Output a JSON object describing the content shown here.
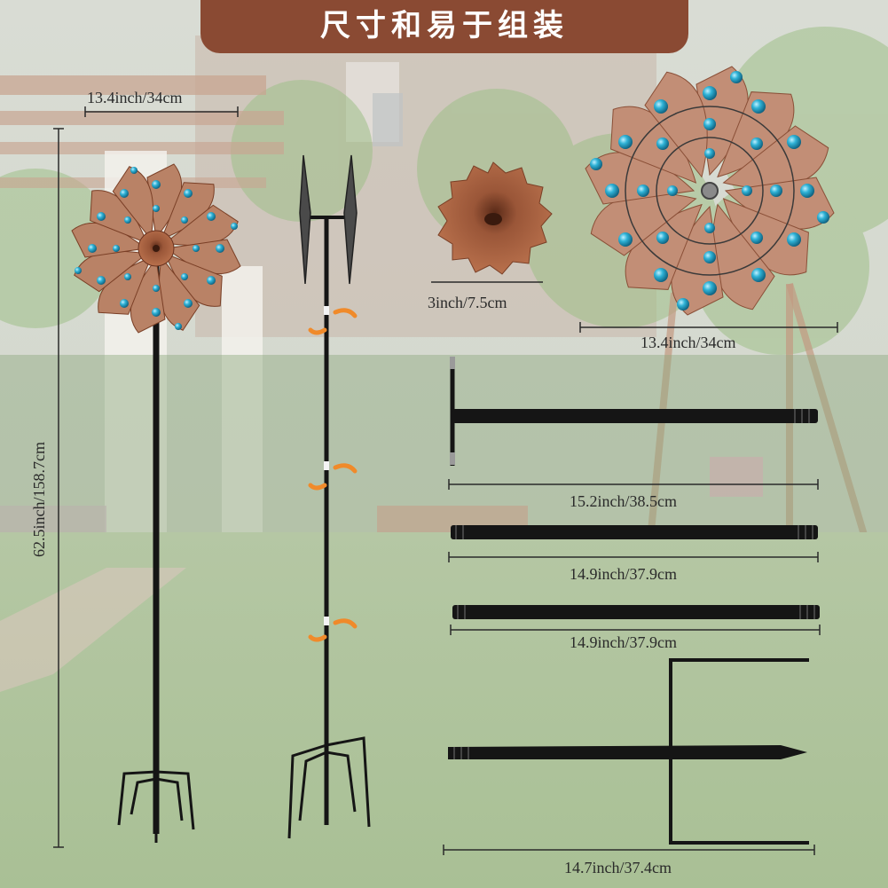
{
  "banner": {
    "title": "尺寸和易于组装"
  },
  "dimensions": {
    "spinner_top_width": "13.4inch/34cm",
    "total_height": "62.5inch/158.7cm",
    "center_cup": "3inch/7.5cm",
    "spinner_width": "13.4inch/34cm",
    "top_pole": "15.2inch/38.5cm",
    "middle_pole_1": "14.9inch/37.9cm",
    "middle_pole_2": "14.9inch/37.9cm",
    "bottom_stake": "14.7inch/37.4cm"
  },
  "colors": {
    "banner_bg": "#8a4a33",
    "copper": "#b98266",
    "copper_dark": "#7a3f26",
    "bead_blue": "#2aa4c4",
    "pole": "#151515",
    "arrow": "#f08a2a"
  },
  "icons": [
    "wind-spinner",
    "assembly-arrow",
    "stake-fork"
  ]
}
